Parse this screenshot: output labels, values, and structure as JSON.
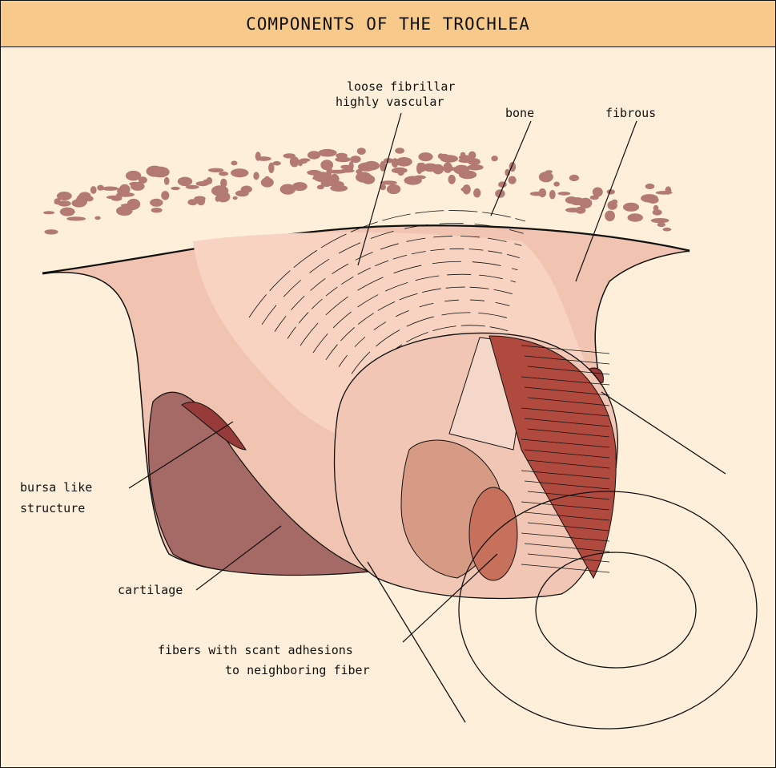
{
  "title": "COMPONENTS OF THE TROCHLEA",
  "colors": {
    "background": "#fdefd9",
    "title_bar": "#f7c98a",
    "bone": "#b27a72",
    "sheath": "#f3c9b4",
    "cartilage": "#a56a66",
    "bursa": "#963a3a",
    "tendon_dark": "#b04a3e"
  },
  "labels": {
    "loose_line1": "loose fibrillar",
    "loose_line2": "highly vascular",
    "bone": "bone",
    "fibrous": "fibrous",
    "bursa_line1": "bursa like",
    "bursa_line2": "structure",
    "cartilage": "cartilage",
    "fibers_line1": "fibers with scant adhesions",
    "fibers_line2": "to neighboring fiber"
  }
}
